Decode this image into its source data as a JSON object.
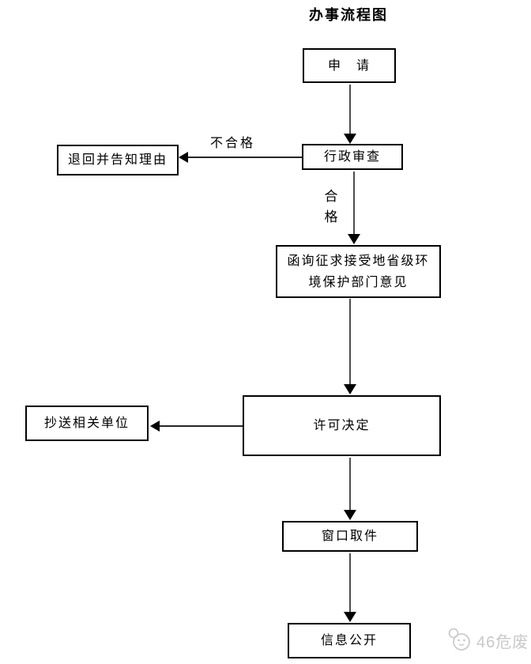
{
  "title": "办事流程图",
  "flow": {
    "nodes": {
      "apply": {
        "label": "申　请"
      },
      "review": {
        "label": "行政审查"
      },
      "reject": {
        "label": "退回并告知理由"
      },
      "consult": {
        "label": "函询征求接受地省级环境保护部门意见"
      },
      "decision": {
        "label": "许可决定"
      },
      "copy": {
        "label": "抄送相关单位"
      },
      "pickup": {
        "label": "窗口取件"
      },
      "publish": {
        "label": "信息公开"
      }
    },
    "edges": {
      "fail_label": "不合格",
      "pass_label": "合格"
    }
  },
  "watermark": {
    "text": "46危废",
    "logo_icon": "46-hazwaste-mascot-logo",
    "color": "#c8c8c8"
  },
  "colors": {
    "background": "#ffffff",
    "box_border": "#000000",
    "connector_line": "#4d4d4d",
    "arrowhead": "#000000",
    "text": "#000000"
  }
}
